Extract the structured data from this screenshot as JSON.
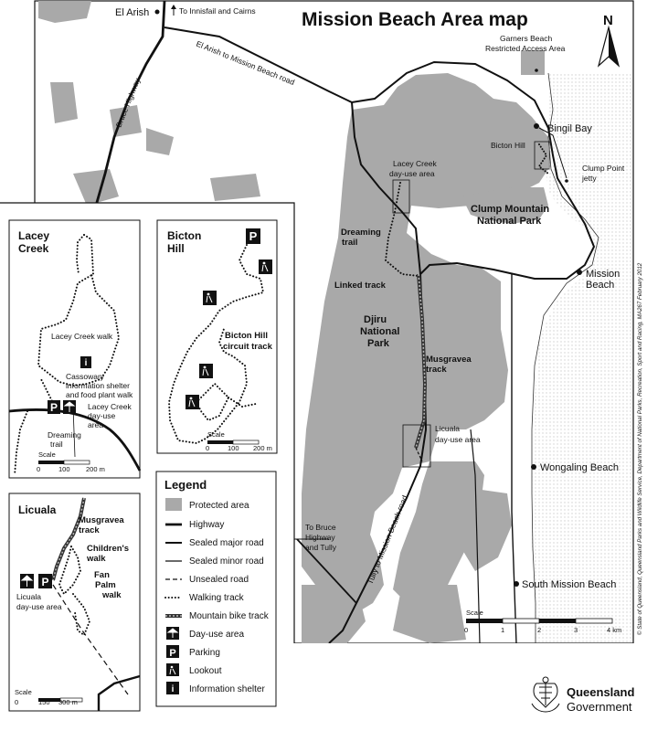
{
  "title": "Mission Beach Area map",
  "north": "N",
  "places": {
    "el_arish": "El Arish",
    "to_innisfail": "To Innisfail and Cairns",
    "el_arish_road": "El Arish to Mission Beach road",
    "bruce_highway": "Bruce Highway",
    "garners_beach": "Garners Beach",
    "restricted_area": "Restricted Access Area",
    "bingil_bay": "Bingil Bay",
    "bicton_hill": "Bicton Hill",
    "clump_point_1": "Clump Point",
    "clump_point_2": "jetty",
    "lacey_area_1": "Lacey Creek",
    "lacey_area_2": "day-use area",
    "clump_mtn_1": "Clump Mountain",
    "clump_mtn_2": "National Park",
    "dreaming_1": "Dreaming",
    "dreaming_2": "trail",
    "linked_track": "Linked track",
    "djiru_1": "Djiru",
    "djiru_2": "National",
    "djiru_3": "Park",
    "mission_beach_1": "Mission",
    "mission_beach_2": "Beach",
    "musgravea_1": "Musgravea",
    "musgravea_2": "track",
    "licuala_area_1": "Licuala",
    "licuala_area_2": "day-use area",
    "wongaling": "Wongaling Beach",
    "to_bruce_1": "To Bruce",
    "to_bruce_2": "Highway",
    "to_bruce_3": "and Tully",
    "tully_road": "Tully to Mission Beach road",
    "south_mission": "South Mission Beach"
  },
  "main_scale": {
    "label": "Scale",
    "ticks": [
      "0",
      "1",
      "2",
      "3",
      "4 km"
    ]
  },
  "credit": "© State of Queensland, Queensland Parks and Wildlife Service, Department of National Parks, Recreation, Sport and Racing, MA267 February 2012",
  "insets": {
    "lacey": {
      "title_1": "Lacey",
      "title_2": "Creek",
      "walk": "Lacey Creek walk",
      "shelter_1": "Cassowary",
      "shelter_2": "information shelter",
      "shelter_3": "and food plant walk",
      "dayuse_1": "Lacey Creek",
      "dayuse_2": "day-use",
      "dayuse_3": "area",
      "dreaming_1": "Dreaming",
      "dreaming_2": "trail",
      "scale_label": "Scale",
      "scale_ticks": [
        "0",
        "100",
        "200 m"
      ]
    },
    "bicton": {
      "title_1": "Bicton",
      "title_2": "Hill",
      "circuit_1": "Bicton Hill",
      "circuit_2": "circuit track",
      "scale_label": "Scale",
      "scale_ticks": [
        "0",
        "100",
        "200 m"
      ]
    },
    "licuala": {
      "title": "Licuala",
      "musgravea_1": "Musgravea",
      "musgravea_2": "track",
      "childrens_1": "Children's",
      "childrens_2": "walk",
      "dayuse_1": "Licuala",
      "dayuse_2": "day-use area",
      "fanpalm_1": "Fan",
      "fanpalm_2": "Palm",
      "fanpalm_3": "walk",
      "scale_label": "Scale",
      "scale_ticks": [
        "0",
        "150",
        "300 m"
      ]
    }
  },
  "legend": {
    "heading": "Legend",
    "items": [
      {
        "label": "Protected area",
        "icon": "protected-area-swatch"
      },
      {
        "label": "Highway",
        "icon": "highway-line"
      },
      {
        "label": "Sealed major road",
        "icon": "sealed-major-road-line"
      },
      {
        "label": "Sealed minor road",
        "icon": "sealed-minor-road-line"
      },
      {
        "label": "Unsealed road",
        "icon": "unsealed-road-line"
      },
      {
        "label": "Walking track",
        "icon": "walking-track-line"
      },
      {
        "label": "Mountain bike track",
        "icon": "mountain-bike-track-line"
      },
      {
        "label": "Day-use area",
        "icon": "day-use-area-icon"
      },
      {
        "label": "Parking",
        "icon": "parking-icon"
      },
      {
        "label": "Lookout",
        "icon": "lookout-icon"
      },
      {
        "label": "Information shelter",
        "icon": "information-shelter-icon"
      }
    ]
  },
  "government": {
    "line1": "Queensland",
    "line2": "Government"
  },
  "colors": {
    "protected_area": "#a9a9a9",
    "land_shading": "#d9d9d9",
    "road": "#111111"
  }
}
